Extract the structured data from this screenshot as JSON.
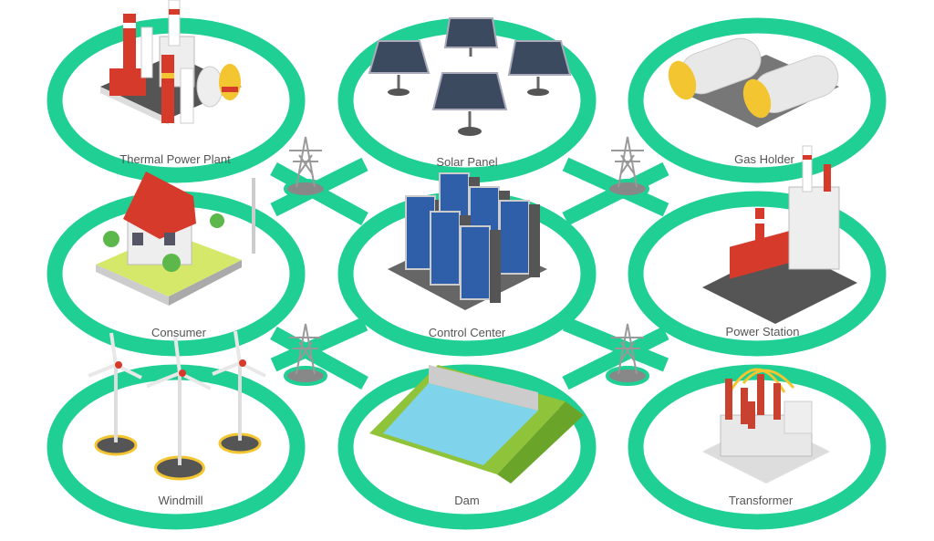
{
  "colors": {
    "ring": "#1fcf93",
    "label": "#555555"
  },
  "nodes": [
    {
      "id": "thermal-power-plant",
      "label": "Thermal Power Plant"
    },
    {
      "id": "solar-panel",
      "label": "Solar Panel"
    },
    {
      "id": "gas-holder",
      "label": "Gas Holder"
    },
    {
      "id": "consumer",
      "label": "Consumer"
    },
    {
      "id": "control-center",
      "label": "Control Center"
    },
    {
      "id": "power-station",
      "label": "Power Station"
    },
    {
      "id": "windmill",
      "label": "Windmill"
    },
    {
      "id": "dam",
      "label": "Dam"
    },
    {
      "id": "transformer",
      "label": "Transformer"
    }
  ]
}
